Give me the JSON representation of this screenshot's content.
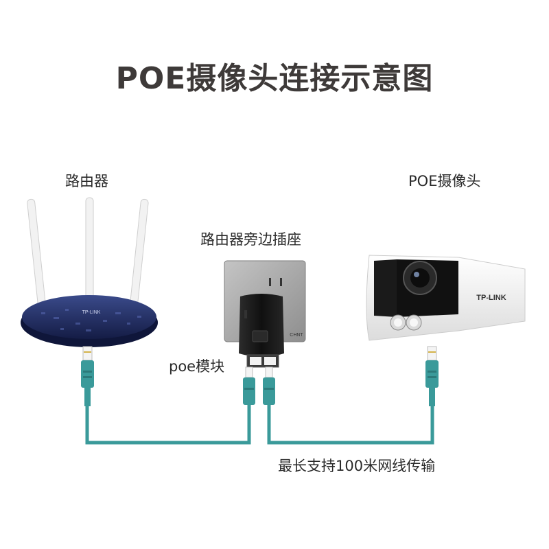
{
  "title": "POE摄像头连接示意图",
  "labels": {
    "router": "路由器",
    "camera": "POE摄像头",
    "socket": "路由器旁边插座",
    "poe_module": "poe模块",
    "cable_note": "最长支持100米网线传输"
  },
  "brand": {
    "router_logo": "TP-LINK",
    "camera_logo": "TP-LINK",
    "socket_logo": "CHNT"
  },
  "colors": {
    "cable": "#3a9a9a",
    "router_body": "#1e2a5e",
    "poe_body": "#1c1c1c",
    "socket_plate": "#a9a9a9",
    "camera_body": "#f4f4f4"
  }
}
